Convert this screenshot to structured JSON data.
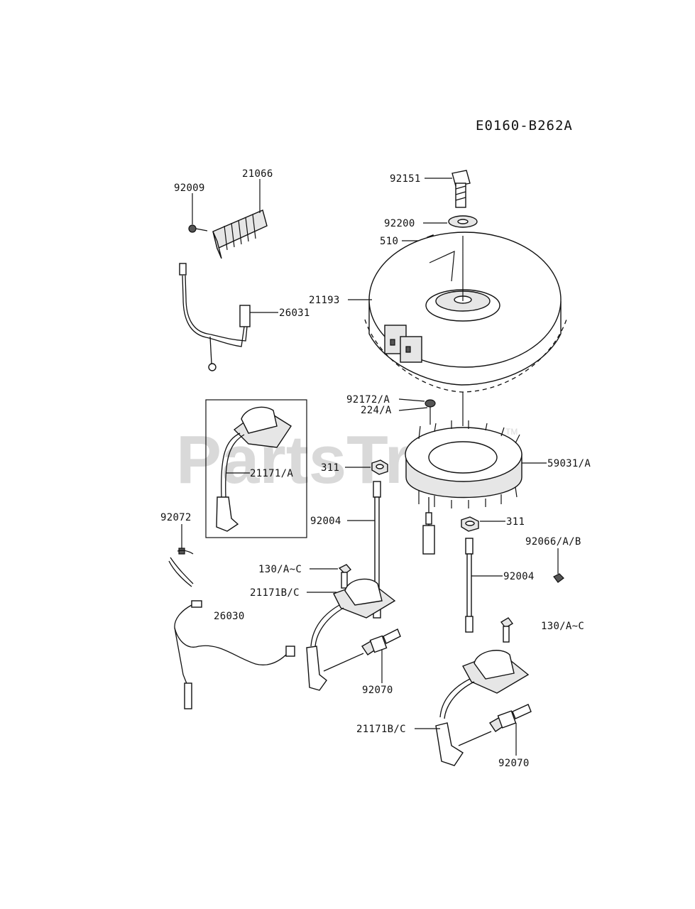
{
  "diagram_code": "E0160-B262A",
  "watermark": "PartsTree",
  "watermark_tm": "TM",
  "callouts": [
    {
      "id": "21066",
      "text": "21066"
    },
    {
      "id": "92009",
      "text": "92009"
    },
    {
      "id": "26031",
      "text": "26031"
    },
    {
      "id": "21171a",
      "text": "21171/A"
    },
    {
      "id": "92072",
      "text": "92072"
    },
    {
      "id": "26030",
      "text": "26030"
    },
    {
      "id": "92151",
      "text": "92151"
    },
    {
      "id": "92200",
      "text": "92200"
    },
    {
      "id": "510",
      "text": "510"
    },
    {
      "id": "21193",
      "text": "21193"
    },
    {
      "id": "92172a",
      "text": "92172/A"
    },
    {
      "id": "224a",
      "text": "224/A"
    },
    {
      "id": "59031a",
      "text": "59031/A"
    },
    {
      "id": "311-left",
      "text": "311"
    },
    {
      "id": "92004-left",
      "text": "92004"
    },
    {
      "id": "130-left",
      "text": "130/A~C"
    },
    {
      "id": "21171bc-left",
      "text": "21171B/C"
    },
    {
      "id": "92070-left",
      "text": "92070"
    },
    {
      "id": "311-right",
      "text": "311"
    },
    {
      "id": "92066",
      "text": "92066/A/B"
    },
    {
      "id": "92004-right",
      "text": "92004"
    },
    {
      "id": "130-right",
      "text": "130/A~C"
    },
    {
      "id": "21171bc-right",
      "text": "21171B/C"
    },
    {
      "id": "92070-right",
      "text": "92070"
    }
  ]
}
